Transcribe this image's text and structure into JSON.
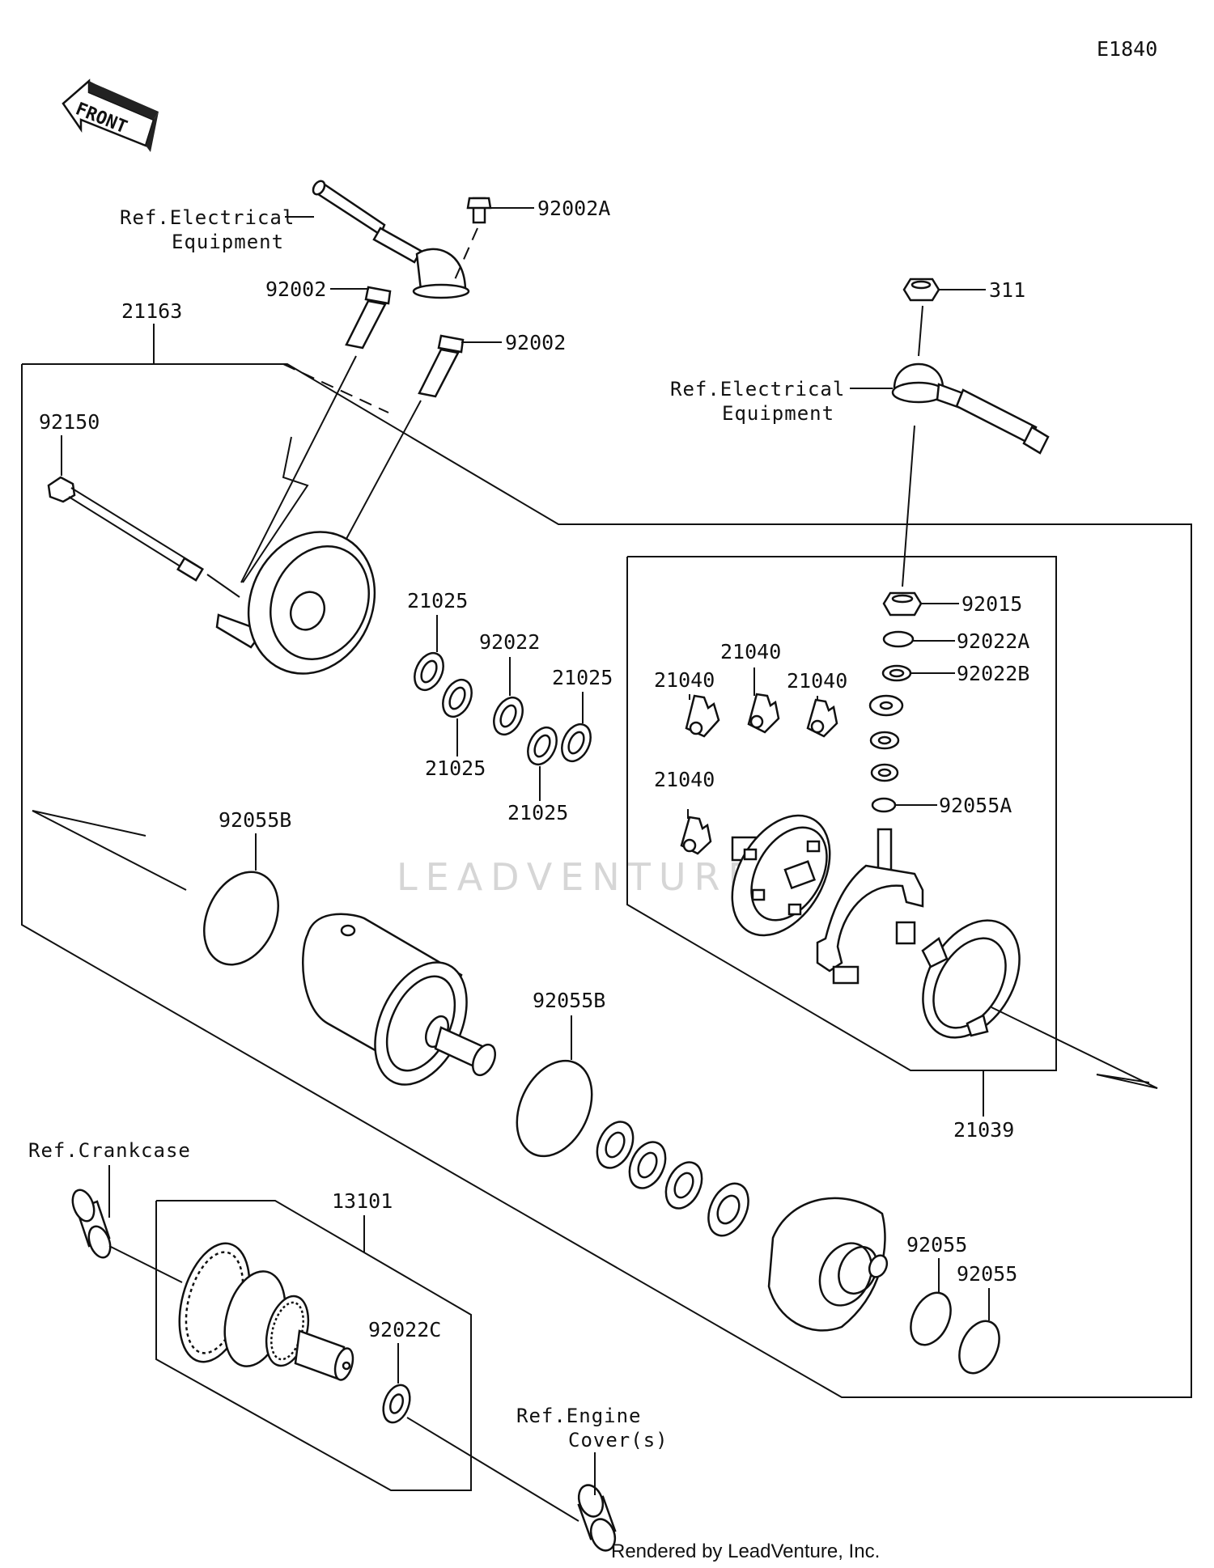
{
  "diagram_code": "E1840",
  "front_label": "FRONT",
  "watermark": "LEADVENTURE",
  "credit": "Rendered by LeadVenture, Inc.",
  "refs": {
    "electrical_1_line1": "Ref.Electrical",
    "electrical_1_line2": "Equipment",
    "electrical_2_line1": "Ref.Electrical",
    "electrical_2_line2": "Equipment",
    "crankcase": "Ref.Crankcase",
    "engine_cover_line1": "Ref.Engine",
    "engine_cover_line2": "Cover(s)"
  },
  "parts": {
    "p92002A": "92002A",
    "p92002_left": "92002",
    "p92002_right": "92002",
    "p21163": "21163",
    "p92150": "92150",
    "p311": "311",
    "p92015": "92015",
    "p92022A": "92022A",
    "p92022B": "92022B",
    "p92055A": "92055A",
    "p21025_a": "21025",
    "p21025_b": "21025",
    "p21025_c": "21025",
    "p21025_d": "21025",
    "p92022": "92022",
    "p21040_a": "21040",
    "p21040_b": "21040",
    "p21040_c": "21040",
    "p21040_d": "21040",
    "p92055B_a": "92055B",
    "p92055B_b": "92055B",
    "p21039": "21039",
    "p13101": "13101",
    "p92022C": "92022C",
    "p92055_a": "92055",
    "p92055_b": "92055"
  }
}
